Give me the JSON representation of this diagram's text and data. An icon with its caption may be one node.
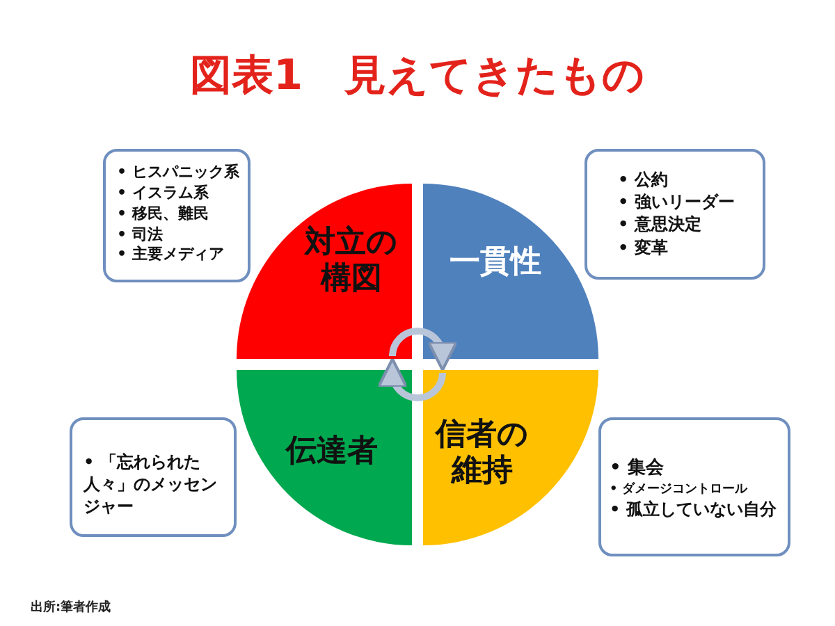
{
  "diagram": {
    "title": "図表1　見えてきたもの",
    "caption": "出所:筆者作成",
    "nodes": [
      {
        "text": [
          "• ヒスパニック系",
          "• イスラム系",
          "• 移民、難民",
          "• 司法",
          "• 主要メディア"
        ]
      },
      {
        "text": [
          "• 公約",
          "• 強いリーダー",
          "• 意思決定",
          "• 変革"
        ]
      },
      {
        "text": [
          "対立の構図"
        ]
      },
      {
        "text": [
          "一貫性"
        ]
      },
      {
        "text": [
          "伝達者"
        ]
      },
      {
        "text": [
          "信者の維持"
        ]
      },
      {
        "text": [
          "• 「忘れられた人々」のメッセンジャー"
        ]
      },
      {
        "text": [
          "• 集会",
          "• ダメージコントロール",
          "• 孤立していない自分"
        ]
      }
    ],
    "edges": [
      {
        "from": 2,
        "to": 3,
        "arrow": "to"
      },
      {
        "from": 5,
        "to": 4,
        "arrow": "to"
      }
    ]
  }
}
